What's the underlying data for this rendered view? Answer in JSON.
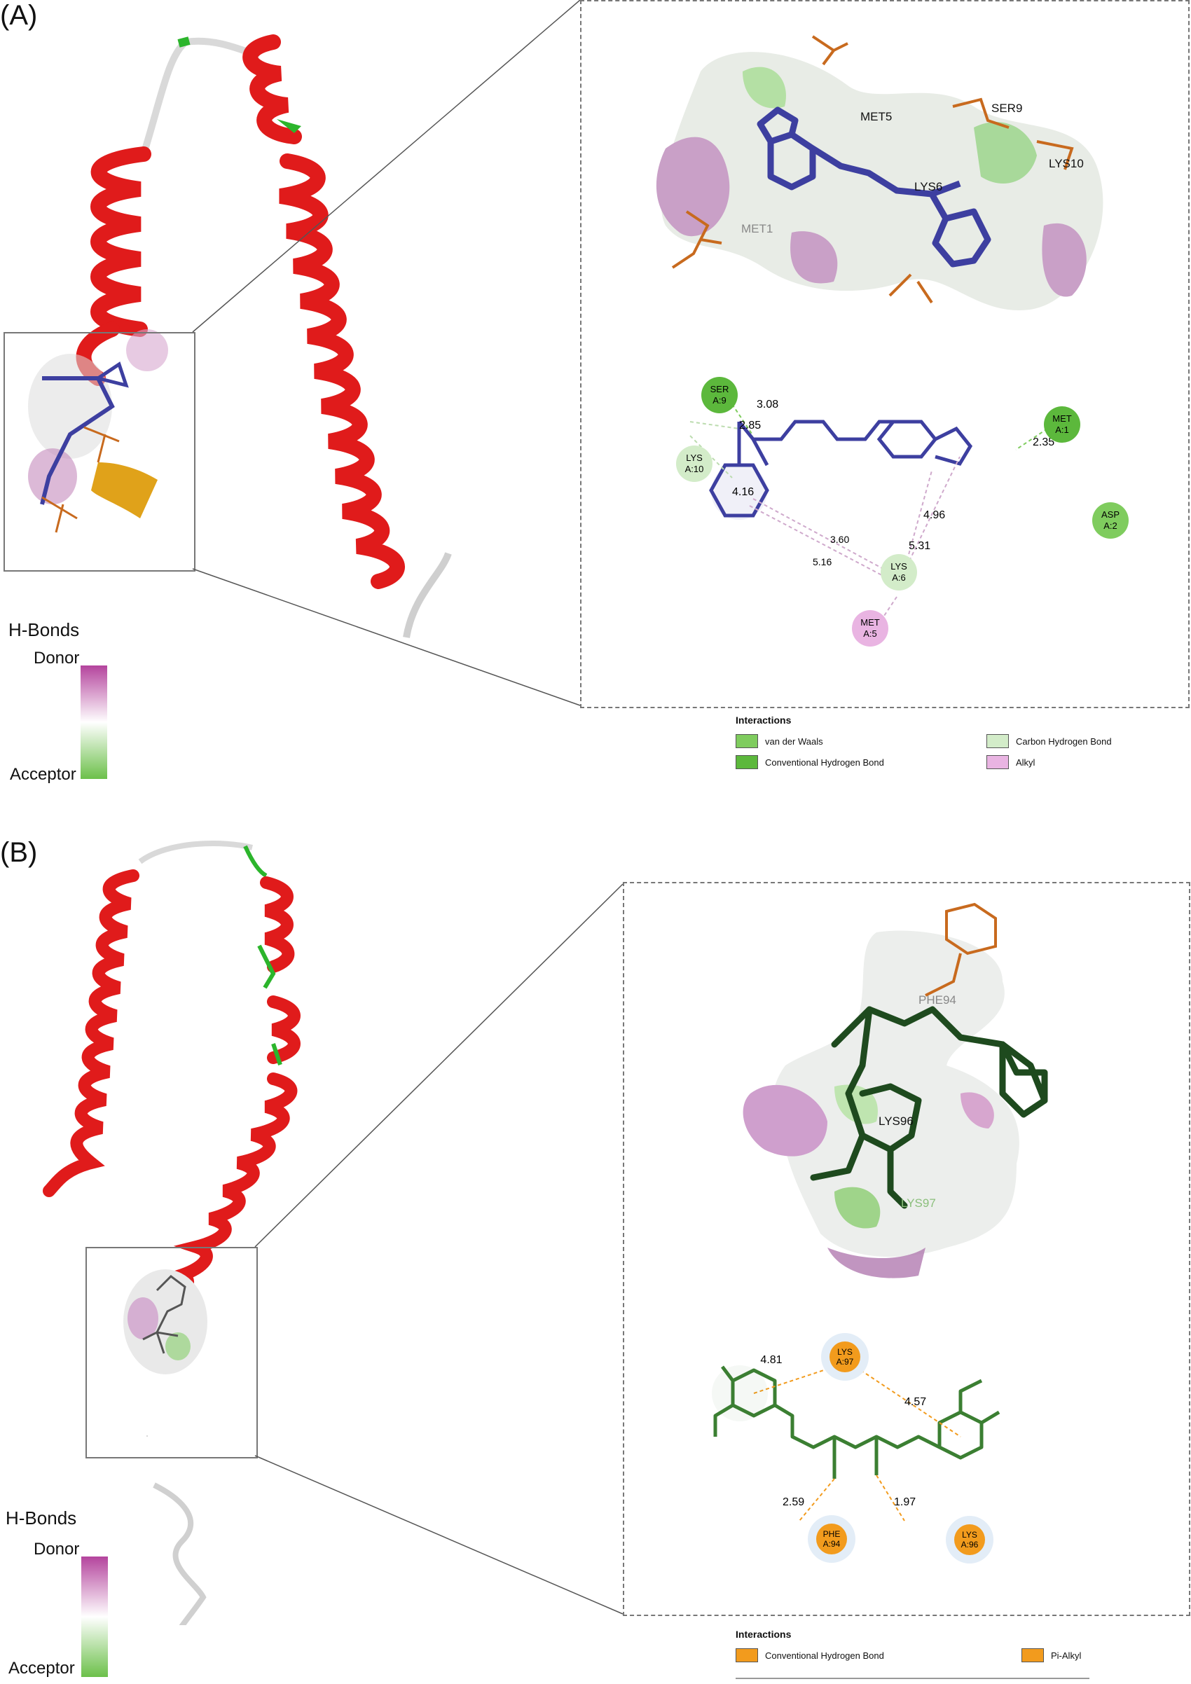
{
  "panelA": {
    "label": "(A)",
    "hbonds_legend": {
      "title": "H-Bonds",
      "donor": "Donor",
      "acceptor": "Acceptor"
    },
    "residue_3d_labels": [
      "MET5",
      "SER9",
      "LYS10",
      "LYS6",
      "MET1"
    ],
    "residues_2d": [
      {
        "name": "SER",
        "chain": "A:9",
        "type": "Conventional Hydrogen Bond",
        "color": "#5cb83c"
      },
      {
        "name": "MET",
        "chain": "A:1",
        "type": "Conventional Hydrogen Bond",
        "color": "#5cb83c"
      },
      {
        "name": "LYS",
        "chain": "A:10",
        "type": "Carbon Hydrogen Bond",
        "color": "#d3ecc9"
      },
      {
        "name": "ASP",
        "chain": "A:2",
        "type": "van der Waals",
        "color": "#7fcc5e"
      },
      {
        "name": "LYS",
        "chain": "A:6",
        "type": "Carbon Hydrogen Bond",
        "color": "#d3ecc9"
      },
      {
        "name": "MET",
        "chain": "A:5",
        "type": "Alkyl",
        "color": "#e9b4e2"
      }
    ],
    "distances": [
      "3.08",
      "2.85",
      "2.35",
      "4.16",
      "3.60",
      "5.16",
      "5.31",
      "4.96"
    ],
    "interactions": {
      "title": "Interactions",
      "items": [
        {
          "label": "van der Waals",
          "color": "#7fcc5e"
        },
        {
          "label": "Conventional Hydrogen Bond",
          "color": "#5cb83c"
        },
        {
          "label": "Carbon Hydrogen Bond",
          "color": "#d3ecc9"
        },
        {
          "label": "Alkyl",
          "color": "#e9b4e2"
        }
      ]
    },
    "ligand_color": "#3d3fa0"
  },
  "panelB": {
    "label": "(B)",
    "hbonds_legend": {
      "title": "H-Bonds",
      "donor": "Donor",
      "acceptor": "Acceptor"
    },
    "residue_3d_labels": [
      "PHE94",
      "LYS96",
      "LYS97"
    ],
    "residues_2d": [
      {
        "name": "LYS",
        "chain": "A:97",
        "type": "Pi-Alkyl",
        "color": "#f29b1d"
      },
      {
        "name": "PHE",
        "chain": "A:94",
        "type": "Conventional Hydrogen Bond",
        "color": "#f29b1d"
      },
      {
        "name": "LYS",
        "chain": "A:96",
        "type": "Conventional Hydrogen Bond",
        "color": "#f29b1d"
      }
    ],
    "distances": [
      "4.81",
      "4.57",
      "2.59",
      "1.97"
    ],
    "interactions": {
      "title": "Interactions",
      "items": [
        {
          "label": "Conventional Hydrogen Bond",
          "color": "#f29b1d"
        },
        {
          "label": "Pi-Alkyl",
          "color": "#f29b1d"
        }
      ]
    },
    "ligand_color": "#2e7d2e"
  },
  "colors": {
    "helix": "#e01b1b",
    "coil": "#d9d9d9",
    "turn": "#2cb52c",
    "donor": "#b4449d",
    "acceptor": "#6cc04a",
    "stick_orange": "#c86a1e"
  }
}
